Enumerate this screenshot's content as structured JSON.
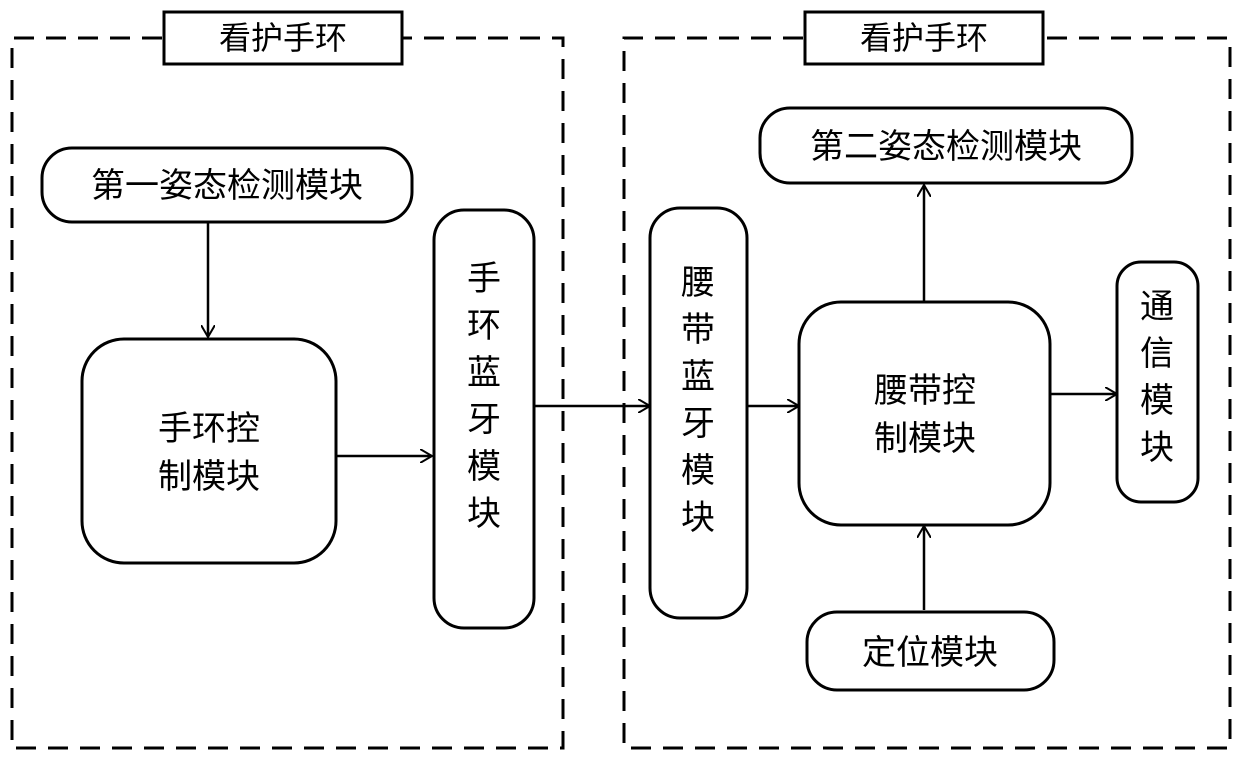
{
  "groups": {
    "left_title": "看护手环",
    "right_title": "看护手环"
  },
  "nodes": {
    "first_posture": "第一姿态检测模块",
    "wrist_control_line1": "手环控",
    "wrist_control_line2": "制模块",
    "wrist_bluetooth": [
      "手",
      "环",
      "蓝",
      "牙",
      "模",
      "块"
    ],
    "belt_bluetooth": [
      "腰",
      "带",
      "蓝",
      "牙",
      "模",
      "块"
    ],
    "second_posture": "第二姿态检测模块",
    "belt_control_line1": "腰带控",
    "belt_control_line2": "制模块",
    "communication": [
      "通",
      "信",
      "模",
      "块"
    ],
    "positioning": "定位模块"
  },
  "edges": [
    {
      "from": "first_posture",
      "to": "wrist_control"
    },
    {
      "from": "wrist_control",
      "to": "wrist_bluetooth"
    },
    {
      "from": "wrist_bluetooth",
      "to": "belt_bluetooth"
    },
    {
      "from": "belt_bluetooth",
      "to": "belt_control"
    },
    {
      "from": "belt_control",
      "to": "second_posture"
    },
    {
      "from": "belt_control",
      "to": "communication"
    },
    {
      "from": "positioning",
      "to": "belt_control"
    }
  ]
}
